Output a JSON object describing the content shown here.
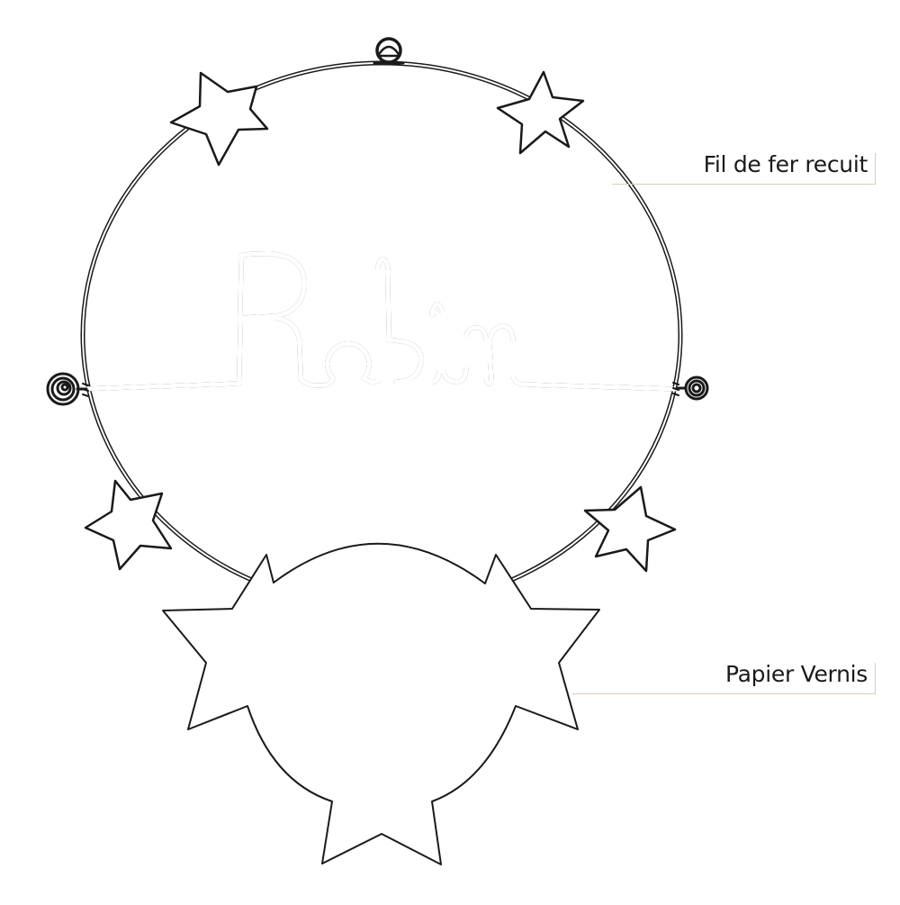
{
  "illustration": {
    "name_text": "Robin",
    "colors": {
      "background": "#ffffff",
      "wire": "#1a1a1a",
      "paper_outline": "#1a1a1a",
      "leader_line": "#d9cdb6",
      "label_text": "#1a1a1a"
    },
    "elements": {
      "wire_ring": "circular wire frame with hanging loop at top and spiral coils at left and right",
      "stars_on_ring": 4,
      "crossbar": "horizontal wire bar carrying the name",
      "paper_medallion": "circle with 5 star points"
    }
  },
  "labels": {
    "wire": "Fil de fer recuit",
    "paper": "Papier Vernis"
  }
}
